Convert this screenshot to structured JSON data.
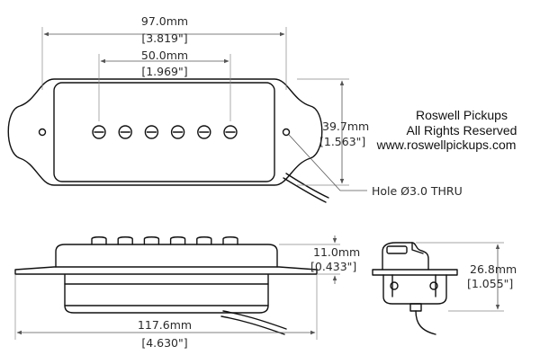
{
  "brand": {
    "company": "Roswell Pickups",
    "rights": "All Rights Reserved",
    "website": "www.roswellpickups.com"
  },
  "dimensions": {
    "overall_length": {
      "metric": "97.0mm",
      "imperial": "[3.819\"]"
    },
    "pole_spacing": {
      "metric": "50.0mm",
      "imperial": "[1.969\"]"
    },
    "width": {
      "metric": "39.7mm",
      "imperial": "[1.563\"]"
    },
    "mounting_hole": {
      "label": "Hole Ø3.0 THRU"
    },
    "height_cover": {
      "metric": "11.0mm",
      "imperial": "[0.433\"]"
    },
    "total_height": {
      "metric": "26.8mm",
      "imperial": "[1.055\"]"
    },
    "ear_length": {
      "metric": "117.6mm",
      "imperial": "[4.630\"]"
    }
  },
  "pole_pieces": {
    "count": 6
  }
}
